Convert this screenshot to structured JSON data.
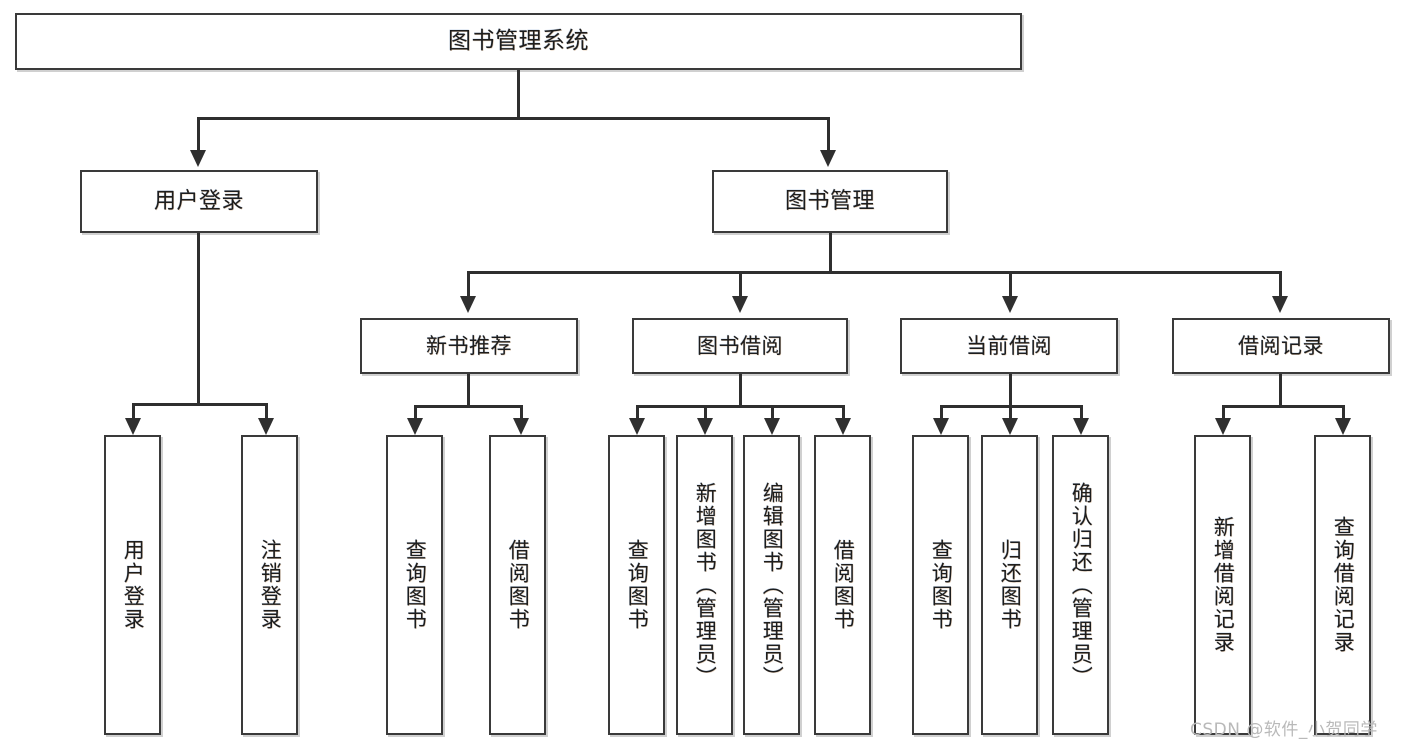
{
  "diagram": {
    "title_node": {
      "label": "图书管理系统"
    },
    "level1": [
      {
        "id": "user-login",
        "label": "用户登录"
      },
      {
        "id": "book-manage",
        "label": "图书管理"
      }
    ],
    "level2": [
      {
        "id": "new-book-recommend",
        "label": "新书推荐"
      },
      {
        "id": "book-borrow",
        "label": "图书借阅"
      },
      {
        "id": "current-borrow",
        "label": "当前借阅"
      },
      {
        "id": "borrow-record",
        "label": "借阅记录"
      }
    ],
    "leaves": {
      "user_login": [
        {
          "id": "leaf-user-login",
          "label": "用户登录"
        },
        {
          "id": "leaf-logout",
          "label": "注销登录"
        }
      ],
      "new_book_recommend": [
        {
          "id": "leaf-query-book-1",
          "label": "查询图书"
        },
        {
          "id": "leaf-borrow-book-1",
          "label": "借阅图书"
        }
      ],
      "book_borrow": [
        {
          "id": "leaf-query-book-2",
          "label": "查询图书"
        },
        {
          "id": "leaf-add-book",
          "label": "新增图书（管理员）"
        },
        {
          "id": "leaf-edit-book",
          "label": "编辑图书（管理员）"
        },
        {
          "id": "leaf-borrow-book-2",
          "label": "借阅图书"
        }
      ],
      "current_borrow": [
        {
          "id": "leaf-query-book-3",
          "label": "查询图书"
        },
        {
          "id": "leaf-return-book",
          "label": "归还图书"
        },
        {
          "id": "leaf-confirm-return",
          "label": "确认归还（管理员）"
        }
      ],
      "borrow_record": [
        {
          "id": "leaf-add-record",
          "label": "新增借阅记录"
        },
        {
          "id": "leaf-query-record",
          "label": "查询借阅记录"
        }
      ]
    }
  },
  "watermark": {
    "text": "CSDN @软件_小贺同学"
  },
  "colors": {
    "stroke": "#3a3a3a",
    "connector": "#2f2f2f",
    "background": "#ffffff",
    "text": "#1d1d1d",
    "watermark": "#b9b9b9"
  }
}
